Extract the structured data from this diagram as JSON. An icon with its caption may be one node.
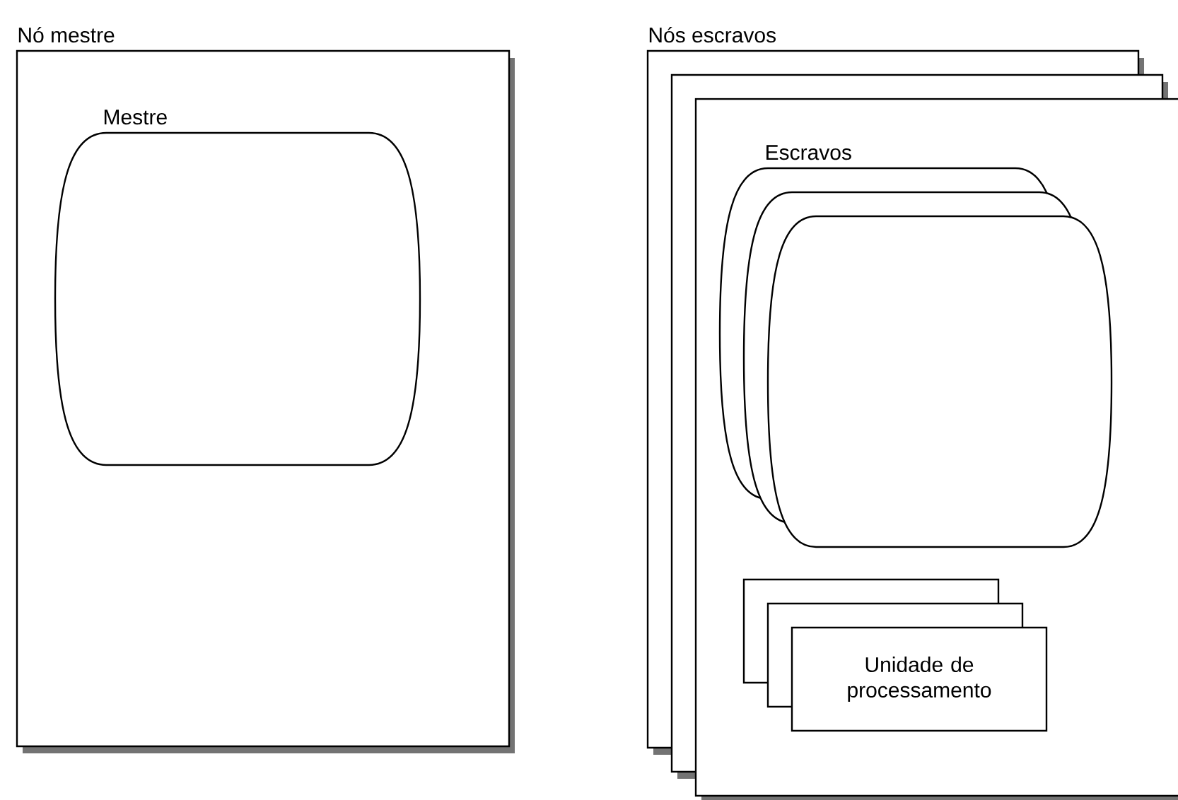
{
  "diagram": {
    "nodes": [
      {
        "text": [
          "Nó mestre"
        ]
      },
      {
        "text": [
          "Mestre"
        ],
        "in": 0
      },
      {
        "text": [
          "Nós escravos"
        ]
      },
      {
        "text": [
          "Escravos"
        ],
        "in": 2
      },
      {
        "text": [
          "Unidade de processamento"
        ],
        "in": 2
      }
    ]
  }
}
